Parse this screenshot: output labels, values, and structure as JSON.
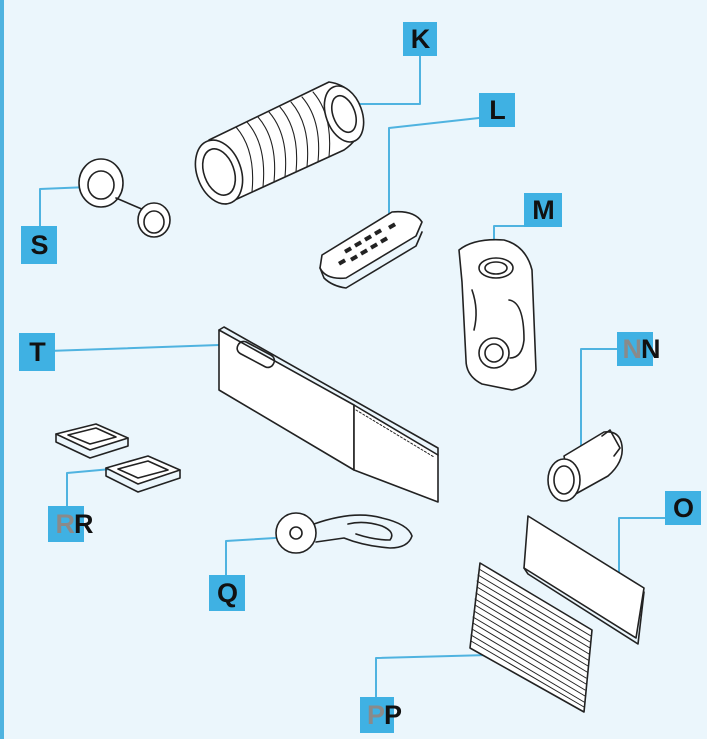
{
  "diagram": {
    "accent_color": "#3fb1e3",
    "leader_color": "#4fb3e0",
    "labels": {
      "K": "K",
      "L": "L",
      "M": "M",
      "NN": "NN",
      "O": "O",
      "PP": "PP",
      "Q": "Q",
      "RR": "RR",
      "S": "S",
      "T": "T"
    },
    "parts": [
      "exhaust-hose",
      "remote-control",
      "hose-adapter",
      "window-adapter",
      "air-filter",
      "grille-filter",
      "drain-strap",
      "foam-seal-pads",
      "hose-connector-rings",
      "window-slider-panel"
    ]
  }
}
